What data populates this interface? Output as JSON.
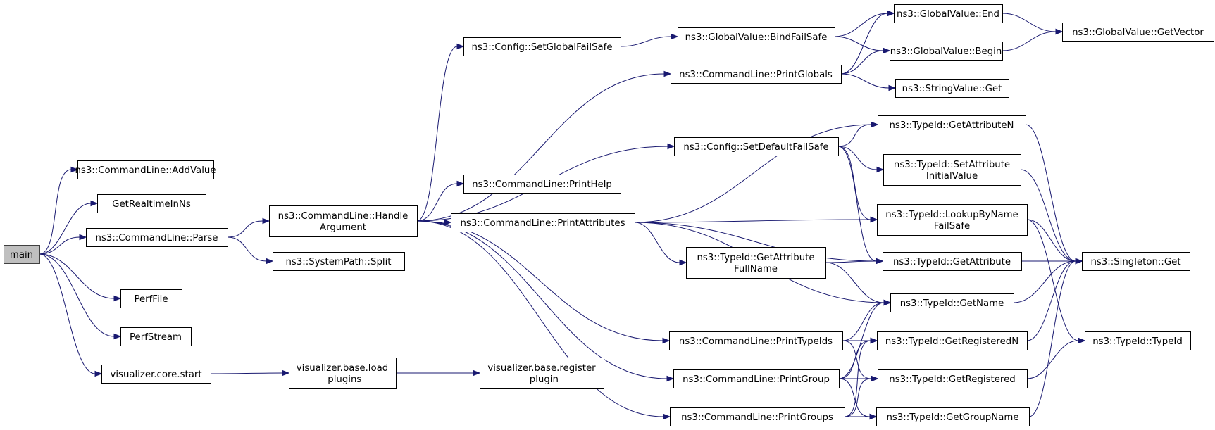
{
  "diagram": {
    "type": "call-graph",
    "colors": {
      "edge": "#191970",
      "node_border": "#000000",
      "root_fill": "#bfbfbf",
      "node_fill": "#ffffff"
    },
    "nodes": [
      {
        "id": "main",
        "lines": [
          "main"
        ],
        "root": true
      },
      {
        "id": "addvalue",
        "lines": [
          "ns3::CommandLine::AddValue"
        ]
      },
      {
        "id": "getrealtime",
        "lines": [
          "GetRealtimeInNs"
        ]
      },
      {
        "id": "parse",
        "lines": [
          "ns3::CommandLine::Parse"
        ]
      },
      {
        "id": "perffile",
        "lines": [
          "PerfFile"
        ]
      },
      {
        "id": "perfstream",
        "lines": [
          "PerfStream"
        ]
      },
      {
        "id": "vizstart",
        "lines": [
          "visualizer.core.start"
        ]
      },
      {
        "id": "handlearg",
        "lines": [
          "ns3::CommandLine::Handle",
          "Argument"
        ]
      },
      {
        "id": "split",
        "lines": [
          "ns3::SystemPath::Split"
        ]
      },
      {
        "id": "loadplugins",
        "lines": [
          "visualizer.base.load",
          "_plugins"
        ]
      },
      {
        "id": "regplugin",
        "lines": [
          "visualizer.base.register",
          "_plugin"
        ]
      },
      {
        "id": "setglobalfs",
        "lines": [
          "ns3::Config::SetGlobalFailSafe"
        ]
      },
      {
        "id": "printhelp",
        "lines": [
          "ns3::CommandLine::PrintHelp"
        ]
      },
      {
        "id": "printattrs",
        "lines": [
          "ns3::CommandLine::PrintAttributes"
        ]
      },
      {
        "id": "bindfs",
        "lines": [
          "ns3::GlobalValue::BindFailSafe"
        ]
      },
      {
        "id": "printglobals",
        "lines": [
          "ns3::CommandLine::PrintGlobals"
        ]
      },
      {
        "id": "setdefaultfs",
        "lines": [
          "ns3::Config::SetDefaultFailSafe"
        ]
      },
      {
        "id": "getattrfull",
        "lines": [
          "ns3::TypeId::GetAttribute",
          "FullName"
        ]
      },
      {
        "id": "printtypeids",
        "lines": [
          "ns3::CommandLine::PrintTypeIds"
        ]
      },
      {
        "id": "printgroup",
        "lines": [
          "ns3::CommandLine::PrintGroup"
        ]
      },
      {
        "id": "printgroups",
        "lines": [
          "ns3::CommandLine::PrintGroups"
        ]
      },
      {
        "id": "gvend",
        "lines": [
          "ns3::GlobalValue::End"
        ]
      },
      {
        "id": "gvbegin",
        "lines": [
          "ns3::GlobalValue::Begin"
        ]
      },
      {
        "id": "stringget",
        "lines": [
          "ns3::StringValue::Get"
        ]
      },
      {
        "id": "getattrn",
        "lines": [
          "ns3::TypeId::GetAttributeN"
        ]
      },
      {
        "id": "setattrinit",
        "lines": [
          "ns3::TypeId::SetAttribute",
          "InitialValue"
        ]
      },
      {
        "id": "lookupfs",
        "lines": [
          "ns3::TypeId::LookupByName",
          "FailSafe"
        ]
      },
      {
        "id": "getattr",
        "lines": [
          "ns3::TypeId::GetAttribute"
        ]
      },
      {
        "id": "getname",
        "lines": [
          "ns3::TypeId::GetName"
        ]
      },
      {
        "id": "getregn",
        "lines": [
          "ns3::TypeId::GetRegisteredN"
        ]
      },
      {
        "id": "getreg",
        "lines": [
          "ns3::TypeId::GetRegistered"
        ]
      },
      {
        "id": "getgroupname",
        "lines": [
          "ns3::TypeId::GetGroupName"
        ]
      },
      {
        "id": "gvgetvector",
        "lines": [
          "ns3::GlobalValue::GetVector"
        ]
      },
      {
        "id": "singleton",
        "lines": [
          "ns3::Singleton::Get"
        ]
      },
      {
        "id": "typeidctor",
        "lines": [
          "ns3::TypeId::TypeId"
        ]
      }
    ],
    "edges": [
      [
        "main",
        "addvalue"
      ],
      [
        "main",
        "getrealtime"
      ],
      [
        "main",
        "parse"
      ],
      [
        "main",
        "perffile"
      ],
      [
        "main",
        "perfstream"
      ],
      [
        "main",
        "vizstart"
      ],
      [
        "parse",
        "handlearg"
      ],
      [
        "parse",
        "split"
      ],
      [
        "vizstart",
        "loadplugins"
      ],
      [
        "loadplugins",
        "regplugin"
      ],
      [
        "handlearg",
        "setglobalfs"
      ],
      [
        "handlearg",
        "printglobals"
      ],
      [
        "handlearg",
        "setdefaultfs"
      ],
      [
        "handlearg",
        "printhelp"
      ],
      [
        "handlearg",
        "printattrs"
      ],
      [
        "handlearg",
        "printtypeids"
      ],
      [
        "handlearg",
        "printgroup"
      ],
      [
        "handlearg",
        "printgroups"
      ],
      [
        "setglobalfs",
        "bindfs"
      ],
      [
        "bindfs",
        "gvend"
      ],
      [
        "bindfs",
        "gvbegin"
      ],
      [
        "printglobals",
        "gvend"
      ],
      [
        "printglobals",
        "gvbegin"
      ],
      [
        "printglobals",
        "stringget"
      ],
      [
        "gvend",
        "gvgetvector"
      ],
      [
        "gvbegin",
        "gvgetvector"
      ],
      [
        "setdefaultfs",
        "getattrn"
      ],
      [
        "setdefaultfs",
        "setattrinit"
      ],
      [
        "setdefaultfs",
        "lookupfs"
      ],
      [
        "setdefaultfs",
        "getattr"
      ],
      [
        "printattrs",
        "getattrn"
      ],
      [
        "printattrs",
        "lookupfs"
      ],
      [
        "printattrs",
        "getattr"
      ],
      [
        "printattrs",
        "getattrfull"
      ],
      [
        "printattrs",
        "getname"
      ],
      [
        "getattrfull",
        "getattr"
      ],
      [
        "getattrfull",
        "getname"
      ],
      [
        "printtypeids",
        "getname"
      ],
      [
        "printtypeids",
        "getregn"
      ],
      [
        "printtypeids",
        "getreg"
      ],
      [
        "printgroup",
        "getname"
      ],
      [
        "printgroup",
        "getregn"
      ],
      [
        "printgroup",
        "getreg"
      ],
      [
        "printgroup",
        "getgroupname"
      ],
      [
        "printgroups",
        "getregn"
      ],
      [
        "printgroups",
        "getreg"
      ],
      [
        "printgroups",
        "getgroupname"
      ],
      [
        "getattrn",
        "singleton"
      ],
      [
        "setattrinit",
        "singleton"
      ],
      [
        "lookupfs",
        "singleton"
      ],
      [
        "lookupfs",
        "typeidctor"
      ],
      [
        "getattr",
        "singleton"
      ],
      [
        "getname",
        "singleton"
      ],
      [
        "getregn",
        "singleton"
      ],
      [
        "getreg",
        "typeidctor"
      ],
      [
        "getgroupname",
        "singleton"
      ]
    ]
  }
}
